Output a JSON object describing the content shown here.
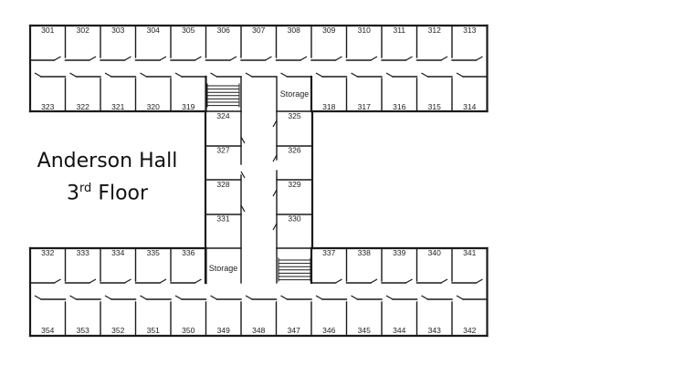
{
  "title": {
    "building": "Anderson Hall",
    "floor_number": "3",
    "floor_suffix": "rd",
    "floor_word": "Floor"
  },
  "rooms": {
    "top_outer": [
      "301",
      "302",
      "303",
      "304",
      "305",
      "306",
      "307",
      "308",
      "309",
      "310",
      "311",
      "312",
      "313"
    ],
    "top_inner_left": [
      "323",
      "322",
      "321",
      "320",
      "319"
    ],
    "top_inner_right": [
      "318",
      "317",
      "316",
      "315",
      "314"
    ],
    "left_wing": [
      "324",
      "327",
      "328",
      "331"
    ],
    "right_wing": [
      "325",
      "326",
      "329",
      "330"
    ],
    "bottom_inner_left": [
      "332",
      "333",
      "334",
      "335",
      "336"
    ],
    "bottom_inner_right": [
      "337",
      "338",
      "339",
      "340",
      "341"
    ],
    "bottom_outer": [
      "354",
      "353",
      "352",
      "351",
      "350",
      "349",
      "348",
      "347",
      "346",
      "345",
      "344",
      "343",
      "342"
    ]
  },
  "storage": {
    "upper": "Storage",
    "lower": "Storage"
  }
}
